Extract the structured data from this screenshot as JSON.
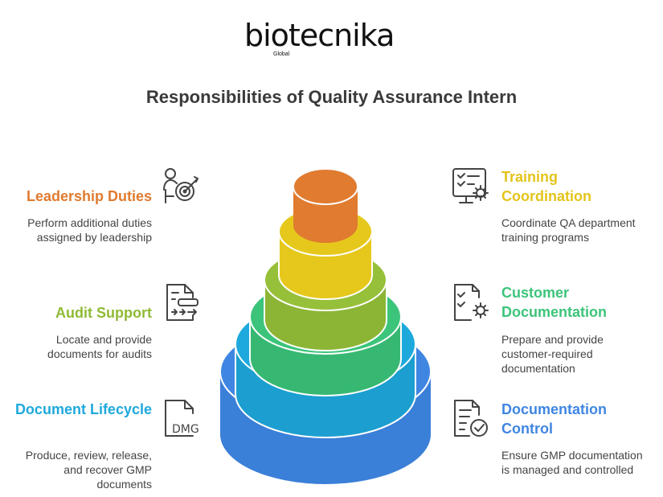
{
  "logo": {
    "text": "biotecnika",
    "sub": "Global"
  },
  "title": "Responsibilities of Quality Assurance Intern",
  "left_items": [
    {
      "heading": "Leadership Duties",
      "description": "Perform additional duties assigned by leadership",
      "icon": "target-person-icon",
      "color": "#e07b30"
    },
    {
      "heading": "Audit Support",
      "description": "Locate and provide documents for audits",
      "icon": "document-arrows-icon",
      "color": "#8fba35"
    },
    {
      "heading": "Document Lifecycle",
      "description": "Produce, review, release, and recover GMP documents",
      "icon": "dmg-file-icon",
      "color": "#1fa9dc"
    }
  ],
  "right_items": [
    {
      "heading": "Training Coordination",
      "description": "Coordinate QA department training programs",
      "icon": "checklist-gear-icon",
      "color": "#e3c41b"
    },
    {
      "heading": "Customer Documentation",
      "description": "Prepare and provide customer-required documentation",
      "icon": "document-gear-icon",
      "color": "#3cc47a"
    },
    {
      "heading": "Documentation Control",
      "description": "Ensure GMP documentation is managed and controlled",
      "icon": "document-check-icon",
      "color": "#3f86e2"
    }
  ],
  "tiers": [
    {
      "color_top": "#e07b30",
      "color_side": "#e07b30"
    },
    {
      "color_top": "#e6c81c",
      "color_side": "#e6c81c"
    },
    {
      "color_top": "#97c03a",
      "color_side": "#8cb535"
    },
    {
      "color_top": "#3cc47a",
      "color_side": "#37b872"
    },
    {
      "color_top": "#1ea9dc",
      "color_side": "#1c9fd0"
    },
    {
      "color_top": "#3f86e2",
      "color_side": "#3a7fd8"
    }
  ]
}
